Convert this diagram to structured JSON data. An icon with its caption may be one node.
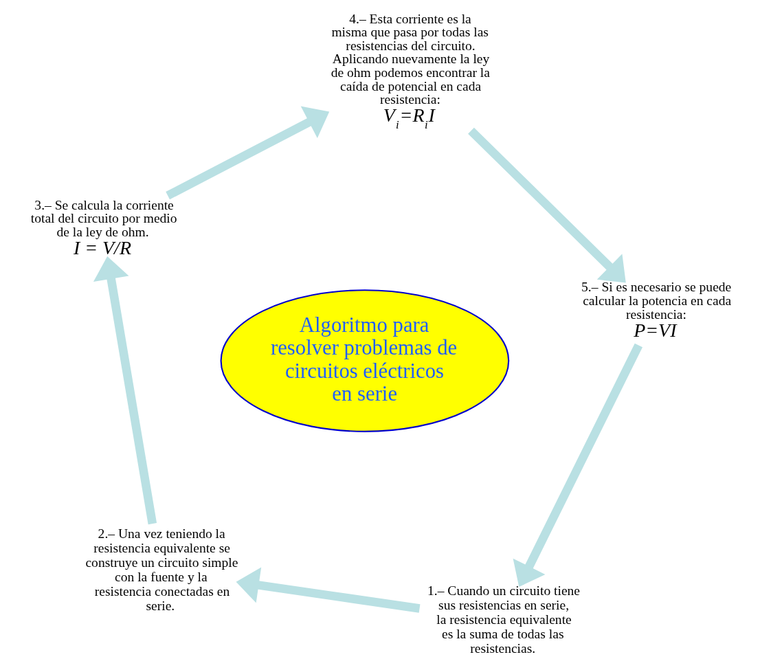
{
  "diagram": {
    "nodes": [
      {
        "text": [
          "Algoritmo para resolver problemas de circuitos eléctricos en serie"
        ]
      },
      {
        "text": [
          "1.– Cuando un circuito tiene sus resistencias en serie, la resistencia equivalente es la suma de todas las resistencias."
        ]
      },
      {
        "text": [
          "2.– Una vez teniendo la resistencia equivalente se construye un circuito simple con la fuente y la resistencia conectadas en serie."
        ]
      },
      {
        "text": [
          "3.– Se calcula la corriente total del circuito por medio de la ley de ohm."
        ],
        "beside": [
          "I = V/R"
        ]
      },
      {
        "text": [
          "4.– Esta corriente es la misma que pasa por todas las resistencias del circuito. Aplicando nuevamente la ley de ohm podemos encontrar la caída de potencial en cada resistencia:"
        ],
        "beside": [
          "V$_{i}$=R$_{i}$I"
        ]
      },
      {
        "text": [
          "5.– Si es necesario se puede calcular la potencia en cada resistencia:"
        ],
        "beside": [
          "P=VI"
        ]
      }
    ],
    "edges": [
      {
        "from": 1,
        "to": 2,
        "arrow": "to"
      },
      {
        "from": 2,
        "to": 3,
        "arrow": "to"
      },
      {
        "from": 3,
        "to": 4,
        "arrow": "to"
      },
      {
        "from": 4,
        "to": 5,
        "arrow": "to"
      },
      {
        "from": 5,
        "to": 1,
        "arrow": "to"
      }
    ]
  }
}
